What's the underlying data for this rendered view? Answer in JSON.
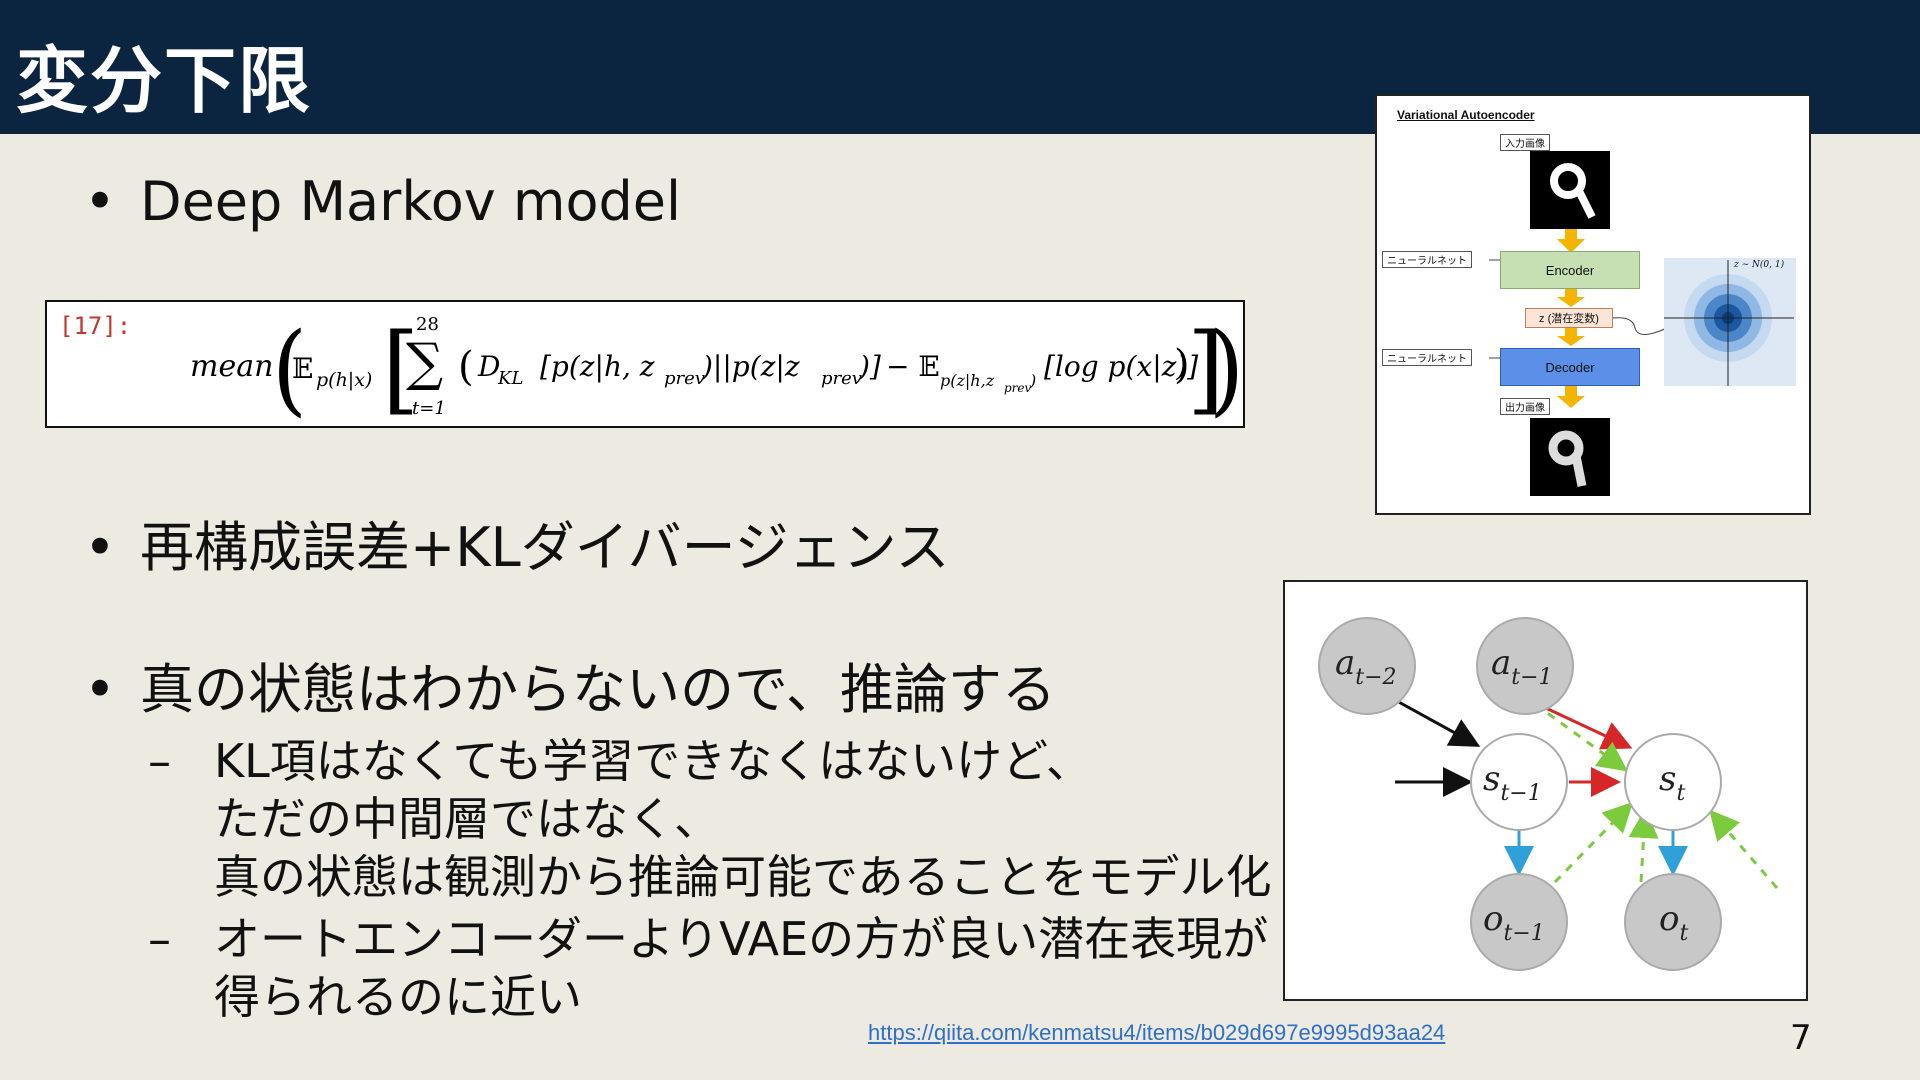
{
  "slide": {
    "title": "変分下限",
    "page_number": "7",
    "link": "https://qiita.com/kenmatsu4/items/b029d697e9995d93aa24"
  },
  "bullets": [
    {
      "text": "Deep Markov model"
    },
    {
      "text": "再構成誤差+KLダイバージェンス"
    },
    {
      "text": "真の状態はわからないので、推論する"
    }
  ],
  "sub_bullets": [
    {
      "lines": [
        "KL項はなくても学習できなくはないけど、",
        "ただの中間層ではなく、",
        "真の状態は観測から推論可能であることをモデル化"
      ]
    },
    {
      "lines": [
        "オートエンコーダーよりVAEの方が良い潜在表現が",
        "得られるのに近い"
      ]
    }
  ],
  "formula": {
    "cell_label": "[17]:",
    "mean": "mean",
    "E": "𝔼",
    "E_sub": "p(h|x)",
    "sum_top": "28",
    "sum_bottom": "t=1",
    "D": "D",
    "D_sub": "KL",
    "kl_args": "[p(z|h, z",
    "prev": "prev",
    "kl_mid": ")||p(z|z",
    "kl_end": ")]",
    "minus_E": "− 𝔼",
    "E2_sub": "p(z|h,z",
    "E2_sub_end": ")",
    "log_term": "[log p(x|z)]"
  },
  "vae_figure": {
    "title": "Variational Autoencoder",
    "input_label": "入力画像",
    "output_label": "出力画像",
    "nn_label_1": "ニューラルネット",
    "nn_label_2": "ニューラルネット",
    "encoder": "Encoder",
    "latent": "z (潜在変数)",
    "decoder": "Decoder",
    "prior": "z ∼ N(0, 1)",
    "colors": {
      "encoder": "#c6e0b4",
      "decoder": "#5b8fe8",
      "latent": "#fce4d6",
      "arrow": "#f5b400"
    }
  },
  "graph_figure": {
    "nodes": {
      "a_t2": {
        "base": "a",
        "sub": "t−2"
      },
      "a_t1": {
        "base": "a",
        "sub": "t−1"
      },
      "s_t1": {
        "base": "s",
        "sub": "t−1"
      },
      "s_t": {
        "base": "s",
        "sub": "t"
      },
      "o_t1": {
        "base": "o",
        "sub": "t−1"
      },
      "o_t": {
        "base": "o",
        "sub": "t"
      }
    },
    "colors": {
      "observed": "#c8c8c8",
      "latent": "#ffffff",
      "red": "#d62728",
      "blue": "#2fa0d8",
      "green": "#7ccb3c"
    }
  }
}
